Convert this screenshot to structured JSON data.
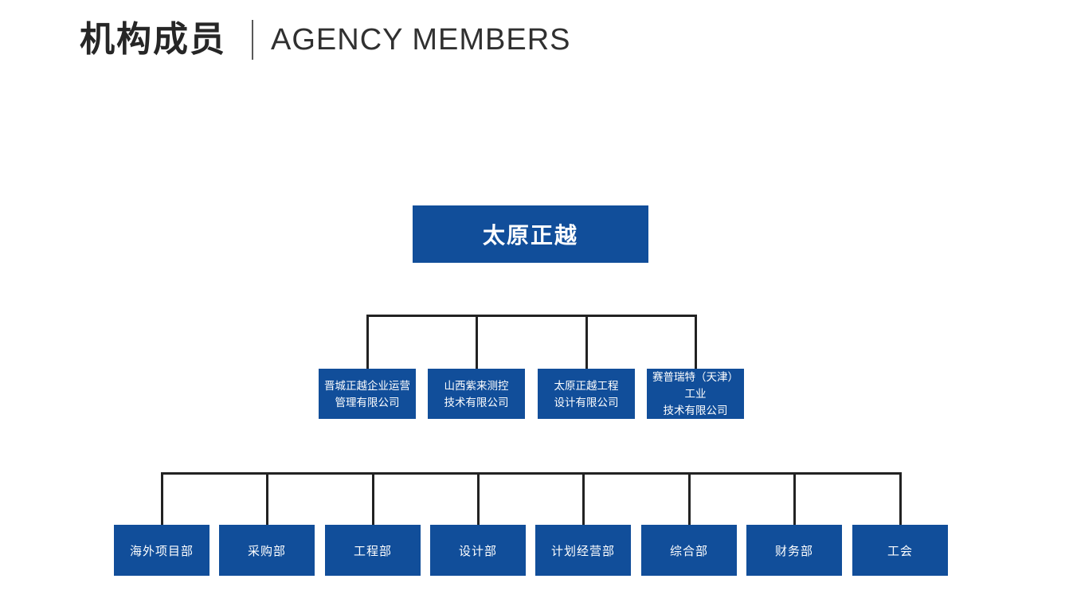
{
  "header": {
    "title_cn": "机构成员",
    "title_en": "AGENCY MEMBERS"
  },
  "colors": {
    "node_blue": "#114e9a",
    "connector_dark": "#222222",
    "divider_gray": "#595959"
  },
  "org_chart": {
    "root": {
      "label": "太原正越"
    },
    "subsidiaries": [
      {
        "lines": [
          "晋城正越企业运营",
          "管理有限公司"
        ]
      },
      {
        "lines": [
          "山西紫来测控",
          "技术有限公司"
        ]
      },
      {
        "lines": [
          "太原正越工程",
          "设计有限公司"
        ]
      },
      {
        "lines": [
          "赛普瑞特（天津）工业",
          "技术有限公司"
        ]
      }
    ],
    "departments": [
      {
        "label": "海外项目部"
      },
      {
        "label": "采购部"
      },
      {
        "label": "工程部"
      },
      {
        "label": "设计部"
      },
      {
        "label": "计划经营部"
      },
      {
        "label": "综合部"
      },
      {
        "label": "财务部"
      },
      {
        "label": "工会"
      }
    ]
  }
}
